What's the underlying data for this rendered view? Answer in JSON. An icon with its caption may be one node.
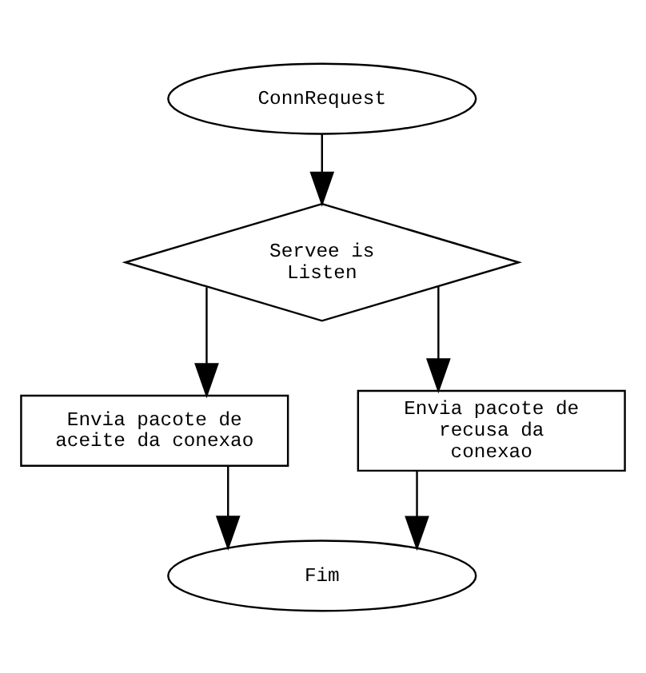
{
  "diagram": {
    "nodes": [
      {
        "text": [
          "ConnRequest"
        ]
      },
      {
        "text": [
          "Servee is Listen"
        ]
      },
      {
        "text": [
          "Envia pacote de aceite da conexao"
        ]
      },
      {
        "text": [
          "Envia pacote de recusa da conexao"
        ]
      },
      {
        "text": [
          "Fim"
        ]
      }
    ],
    "edges": [
      {
        "from": 0,
        "to": 1,
        "arrow": "to"
      },
      {
        "from": 1,
        "to": 2,
        "arrow": "to"
      },
      {
        "from": 1,
        "to": 3,
        "arrow": "to"
      },
      {
        "from": 2,
        "to": 4,
        "arrow": "to"
      },
      {
        "from": 3,
        "to": 4,
        "arrow": "to"
      }
    ]
  }
}
